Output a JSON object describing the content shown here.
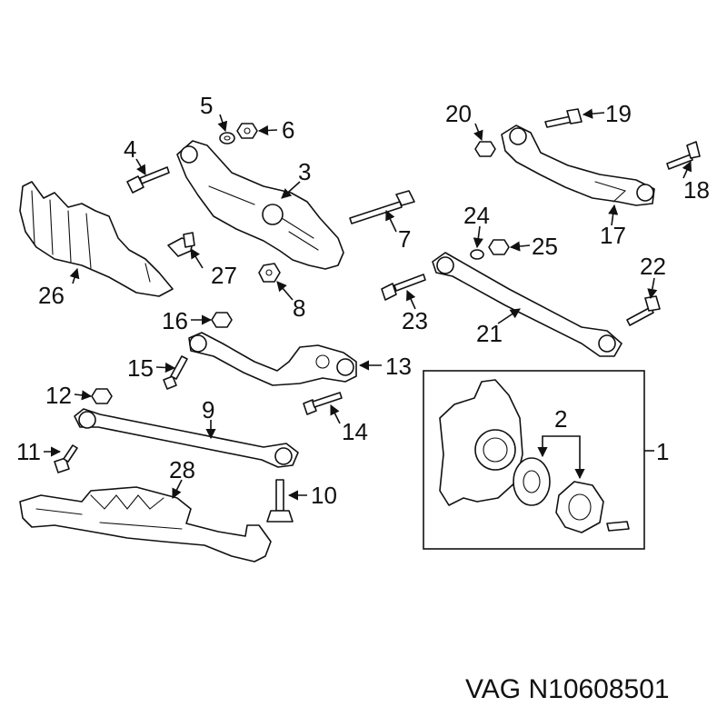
{
  "callouts": [
    "1",
    "2",
    "3",
    "4",
    "5",
    "6",
    "7",
    "8",
    "9",
    "10",
    "11",
    "12",
    "13",
    "14",
    "15",
    "16",
    "17",
    "18",
    "19",
    "20",
    "21",
    "22",
    "23",
    "24",
    "25",
    "26",
    "27",
    "28"
  ],
  "caption": "VAG N10608501"
}
